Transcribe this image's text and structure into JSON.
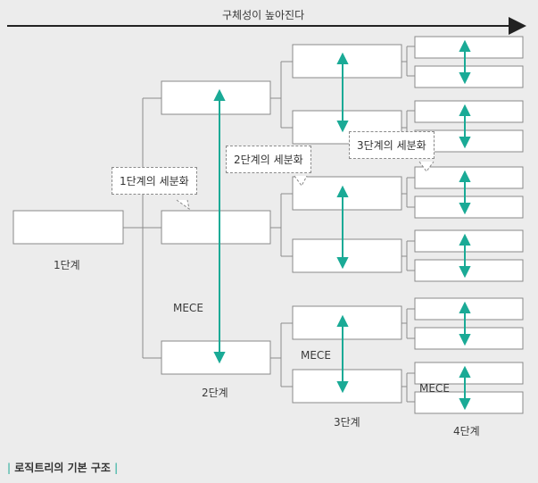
{
  "header": {
    "arrow_label": "구체성이 높아진다"
  },
  "levels": {
    "level1": "1단계",
    "level2": "2단계",
    "level3": "3단계",
    "level4": "4단계"
  },
  "callouts": {
    "c1": "1단계의 세분화",
    "c2": "2단계의 세분화",
    "c3": "3단계의 세분화"
  },
  "mece_label": "MECE",
  "footer": {
    "bar": "|",
    "title": "로직트리의 기본 구조"
  },
  "colors": {
    "accent": "#1aaa96",
    "line": "#8c8c8c",
    "box_border": "#8a8a8a",
    "background": "#ececec"
  }
}
